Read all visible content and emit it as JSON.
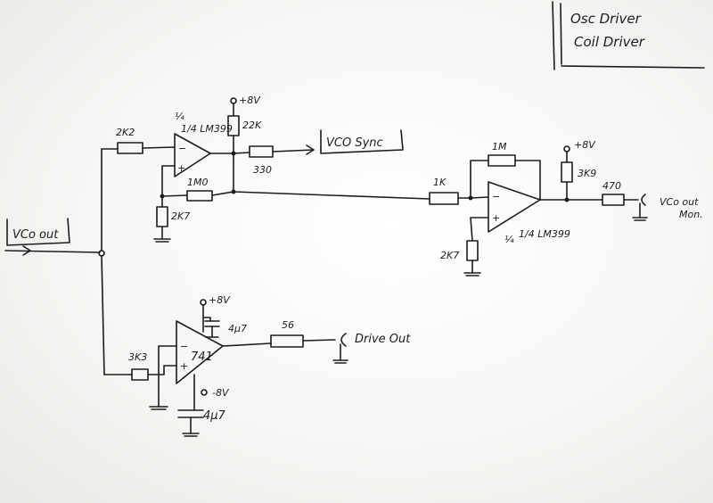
{
  "title_block": {
    "line1": "Osc Driver",
    "line2": "Coil Driver"
  },
  "input": {
    "label": "VCo out"
  },
  "stage1": {
    "r_in": "2K2",
    "opamp": "1/4 LM399",
    "supply": "+8V",
    "r_pullup": "22K",
    "r_out": "330",
    "out_label": "VCO Sync",
    "r_feedback": "1M0",
    "r_gnd": "2K7"
  },
  "stage2": {
    "r_in": "1K",
    "r_feedback": "1M",
    "opamp": "1/4 LM399",
    "r_gnd": "2K7",
    "supply": "+8V",
    "r_pullup": "3K9",
    "r_out": "470",
    "out_label_line1": "VCo out",
    "out_label_line2": "Mon."
  },
  "stage3": {
    "r_in": "3K3",
    "opamp": "741",
    "supply_pos": "+8V",
    "cap_pos": "4µ7",
    "supply_neg": "-8V",
    "cap_neg": "4µ7",
    "r_out": "56",
    "out_label": "Drive Out"
  },
  "colors": {
    "ink": "#1c1c1c",
    "paper": "#f6f6f4"
  }
}
